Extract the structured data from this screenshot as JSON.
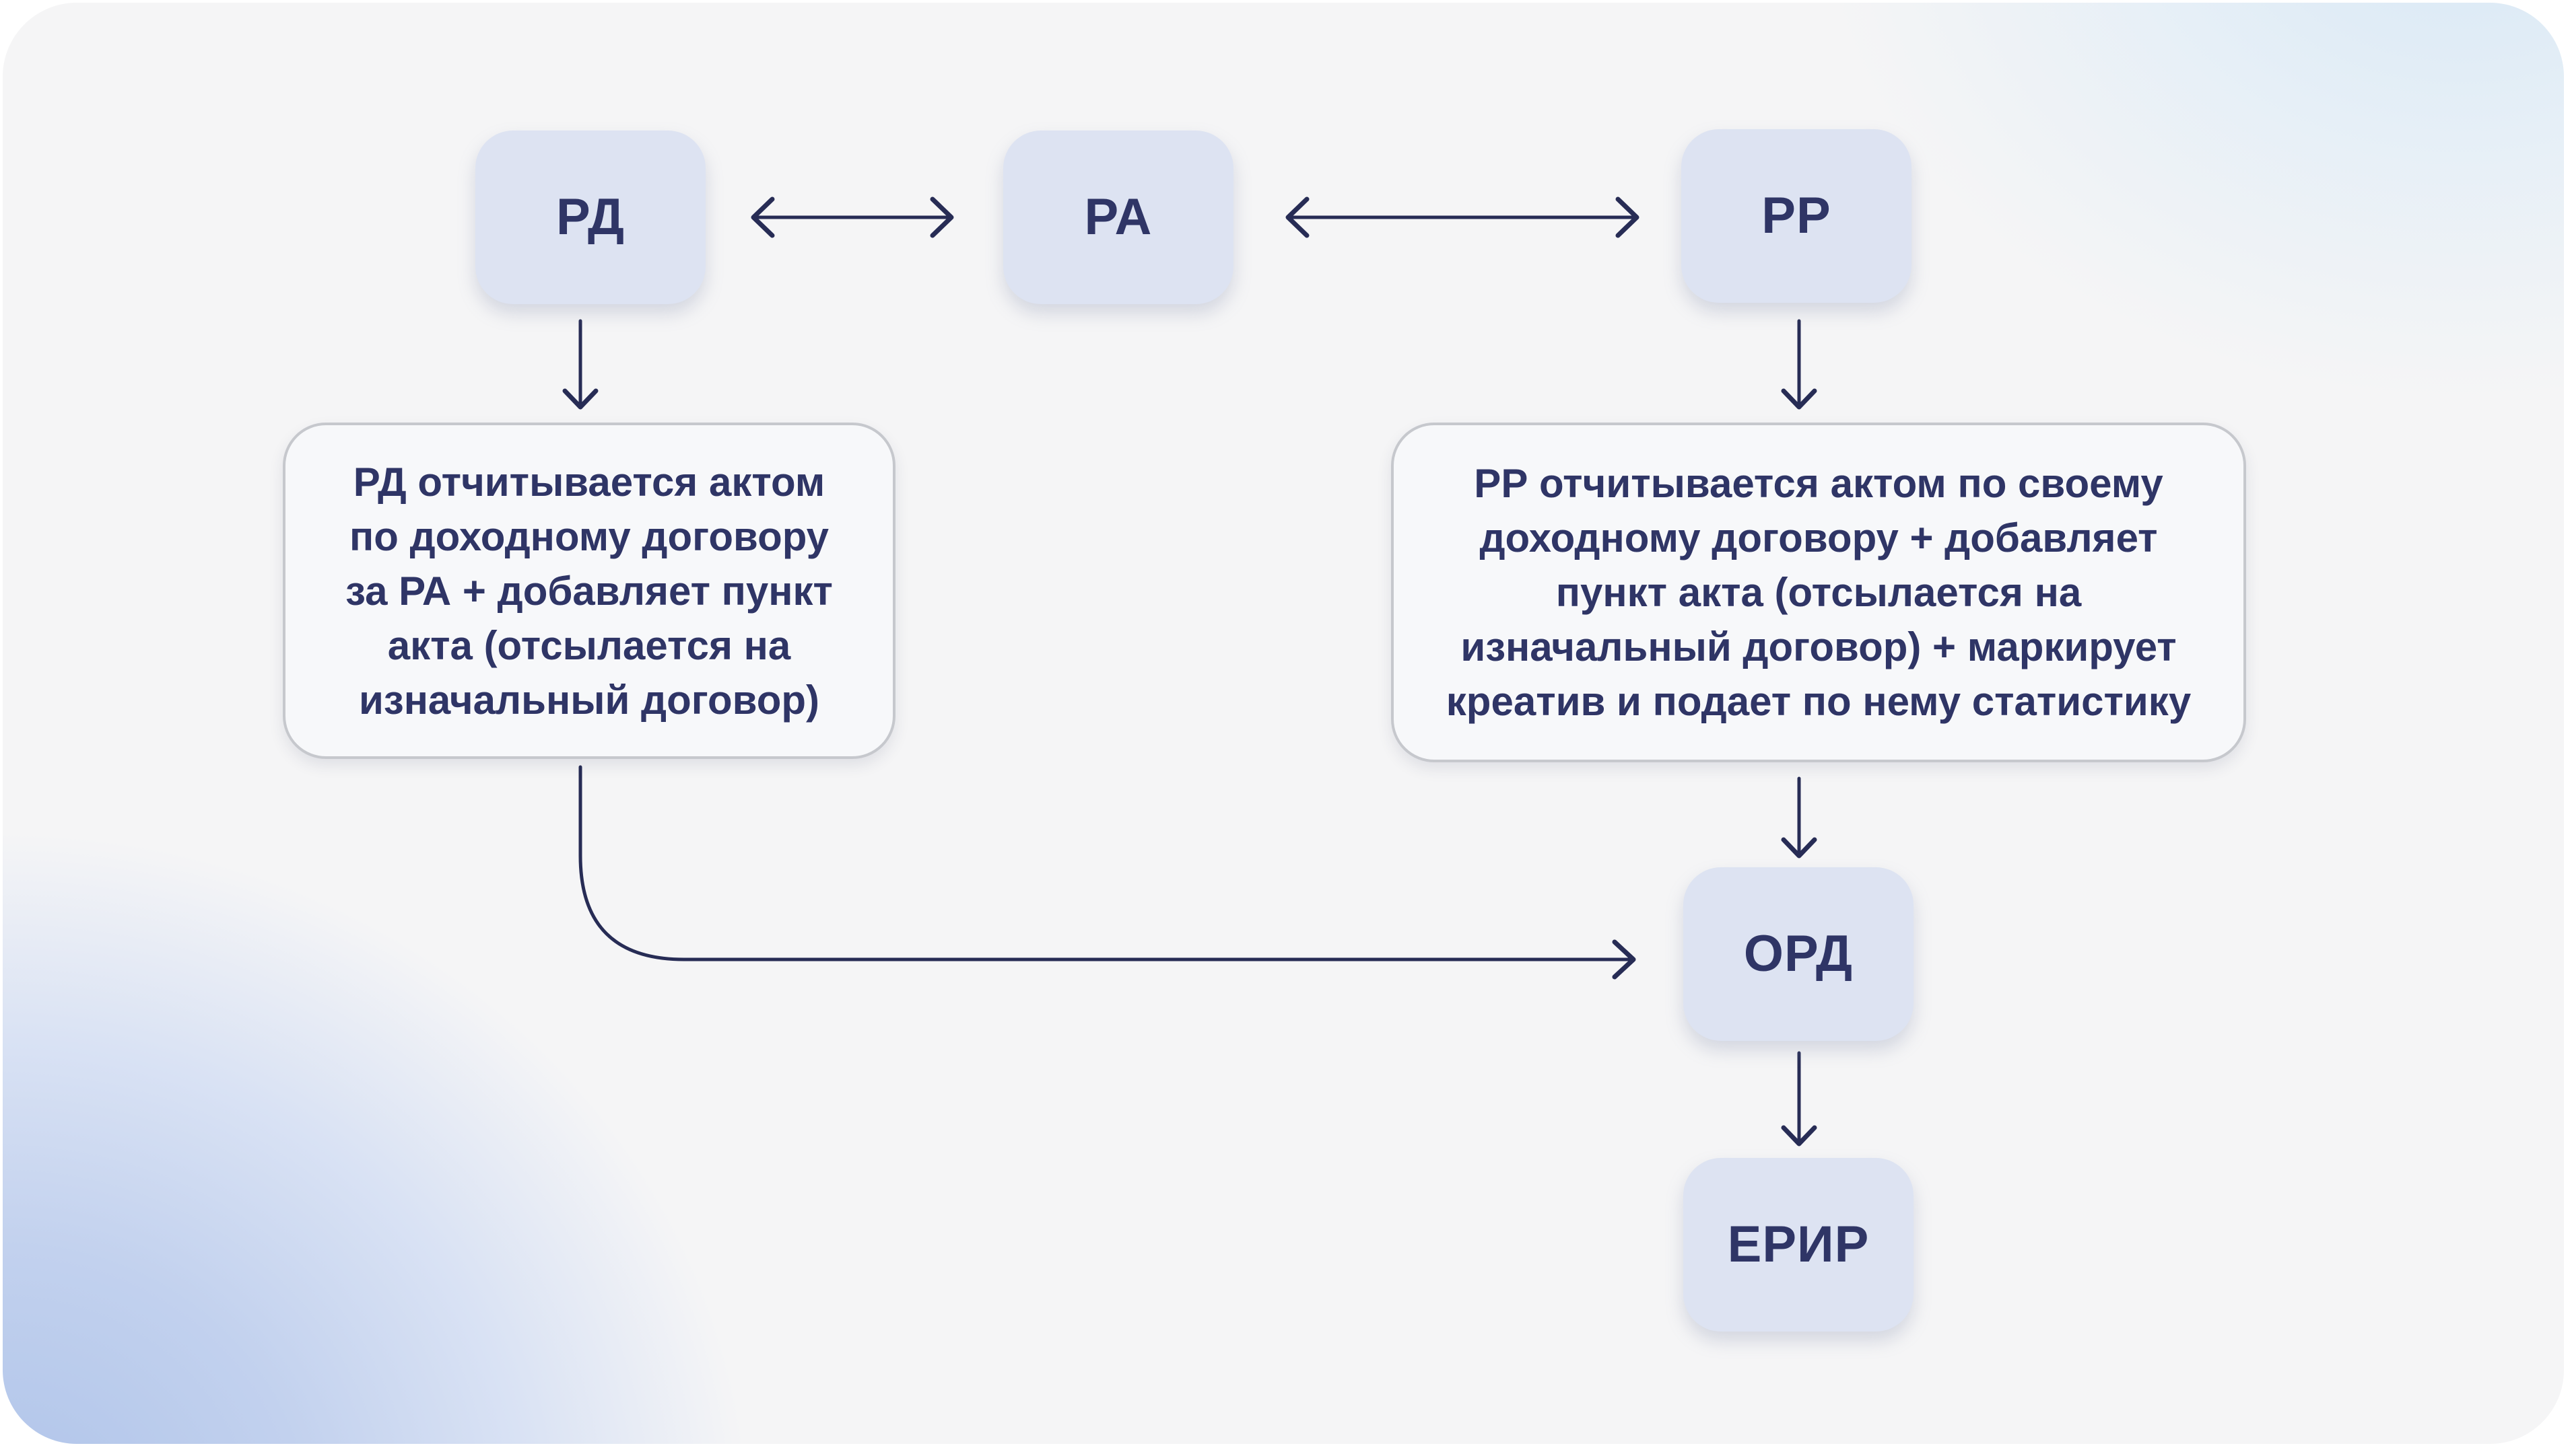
{
  "colors": {
    "ink": "#2f3566",
    "arrow": "#272c55",
    "node-fill": "#dde3f2",
    "note-fill": "#f7f8fa",
    "note-border": "#c6c8cd",
    "card-bg": "#f5f5f6",
    "blob-bottom-left": "#aec3e9",
    "blob-top-right": "#d7e7f5"
  },
  "diagram": {
    "nodes": [
      {
        "id": "rd",
        "label": "РД"
      },
      {
        "id": "ra",
        "label": "РА"
      },
      {
        "id": "rr",
        "label": "РР"
      },
      {
        "id": "ord",
        "label": "ОРД"
      },
      {
        "id": "erir",
        "label": "ЕРИР"
      }
    ],
    "notes": [
      {
        "id": "rd-note",
        "text": "РД отчитывается актом по доходному договору за РА + добавляет пункт акта (отсылается на изначальный договор)",
        "lines": [
          "РД отчитывается актом",
          "по доходному договору",
          "за РА + добавляет пункт",
          "акта (отсылается на",
          "изначальный договор)"
        ]
      },
      {
        "id": "rr-note",
        "text": "РР отчитывается актом по своему доходному договору + добавляет пункт акта (отсылается на изначальный договор) + маркирует креатив и подает по нему статистику",
        "lines": [
          "РР отчитывается актом по своему",
          "доходному договору + добавляет",
          "пункт акта (отсылается на",
          "изначальный договор) + маркирует",
          "креатив и подает по нему статистику"
        ]
      }
    ],
    "edges": [
      {
        "from": "РД",
        "to": "РА",
        "type": "bidirectional"
      },
      {
        "from": "РА",
        "to": "РР",
        "type": "bidirectional"
      },
      {
        "from": "РД",
        "to": "rd-note",
        "type": "arrow-down"
      },
      {
        "from": "РР",
        "to": "rr-note",
        "type": "arrow-down"
      },
      {
        "from": "rr-note",
        "to": "ОРД",
        "type": "arrow-down"
      },
      {
        "from": "rd-note",
        "to": "ОРД",
        "type": "elbow-arrow-right"
      },
      {
        "from": "ОРД",
        "to": "ЕРИР",
        "type": "arrow-down"
      }
    ]
  }
}
